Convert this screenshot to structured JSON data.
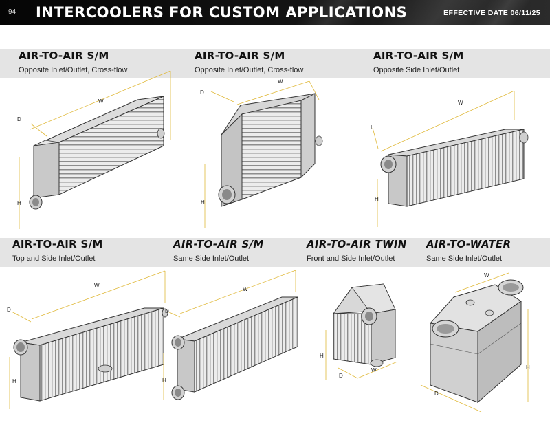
{
  "header": {
    "page_number": "94",
    "title": "INTERCOOLERS FOR CUSTOM APPLICATIONS",
    "effective_date": "EFFECTIVE DATE 06/11/25"
  },
  "products": [
    {
      "title": "AIR-TO-AIR S/M",
      "subtitle": "Opposite Inlet/Outlet, Cross-flow"
    },
    {
      "title": "AIR-TO-AIR S/M",
      "subtitle": "Opposite Inlet/Outlet, Cross-flow"
    },
    {
      "title": "AIR-TO-AIR S/M",
      "subtitle": "Opposite Side Inlet/Outlet"
    },
    {
      "title": "AIR-TO-AIR S/M",
      "subtitle": "Top and Side Inlet/Outlet"
    },
    {
      "title": "AIR-TO-AIR S/M",
      "subtitle": "Same Side Inlet/Outlet"
    },
    {
      "title": "AIR-TO-AIR TWIN",
      "subtitle": "Front and Side Inlet/Outlet"
    },
    {
      "title": "AIR-TO-WATER",
      "subtitle": "Same Side Inlet/Outlet"
    }
  ],
  "dimension_labels": {
    "width": "W",
    "depth": "D",
    "height": "H",
    "extra": "I"
  }
}
